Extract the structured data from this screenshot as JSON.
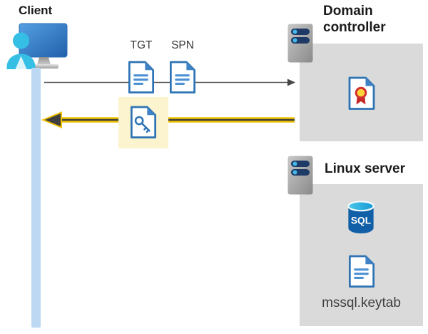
{
  "client": {
    "label": "Client"
  },
  "messages": {
    "tgt_label": "TGT",
    "spn_label": "SPN"
  },
  "domain_controller": {
    "title": "Domain controller"
  },
  "linux_server": {
    "title": "Linux server",
    "sql_label": "SQL",
    "file_label": "mssql.keytab"
  },
  "colors": {
    "arrow_gray": "#595959",
    "arrow_yellow": "#EFC100",
    "highlight_yellow": "#FBF4CF",
    "zone_gray": "#DADADA",
    "lifeline_blue": "#BDD8F2",
    "doc_blue": "#2E74B5",
    "person_cyan": "#35BFE4",
    "sql_body_blue": "#1160A7",
    "cert_red": "#C62828",
    "cert_yellow": "#FFD43A"
  }
}
